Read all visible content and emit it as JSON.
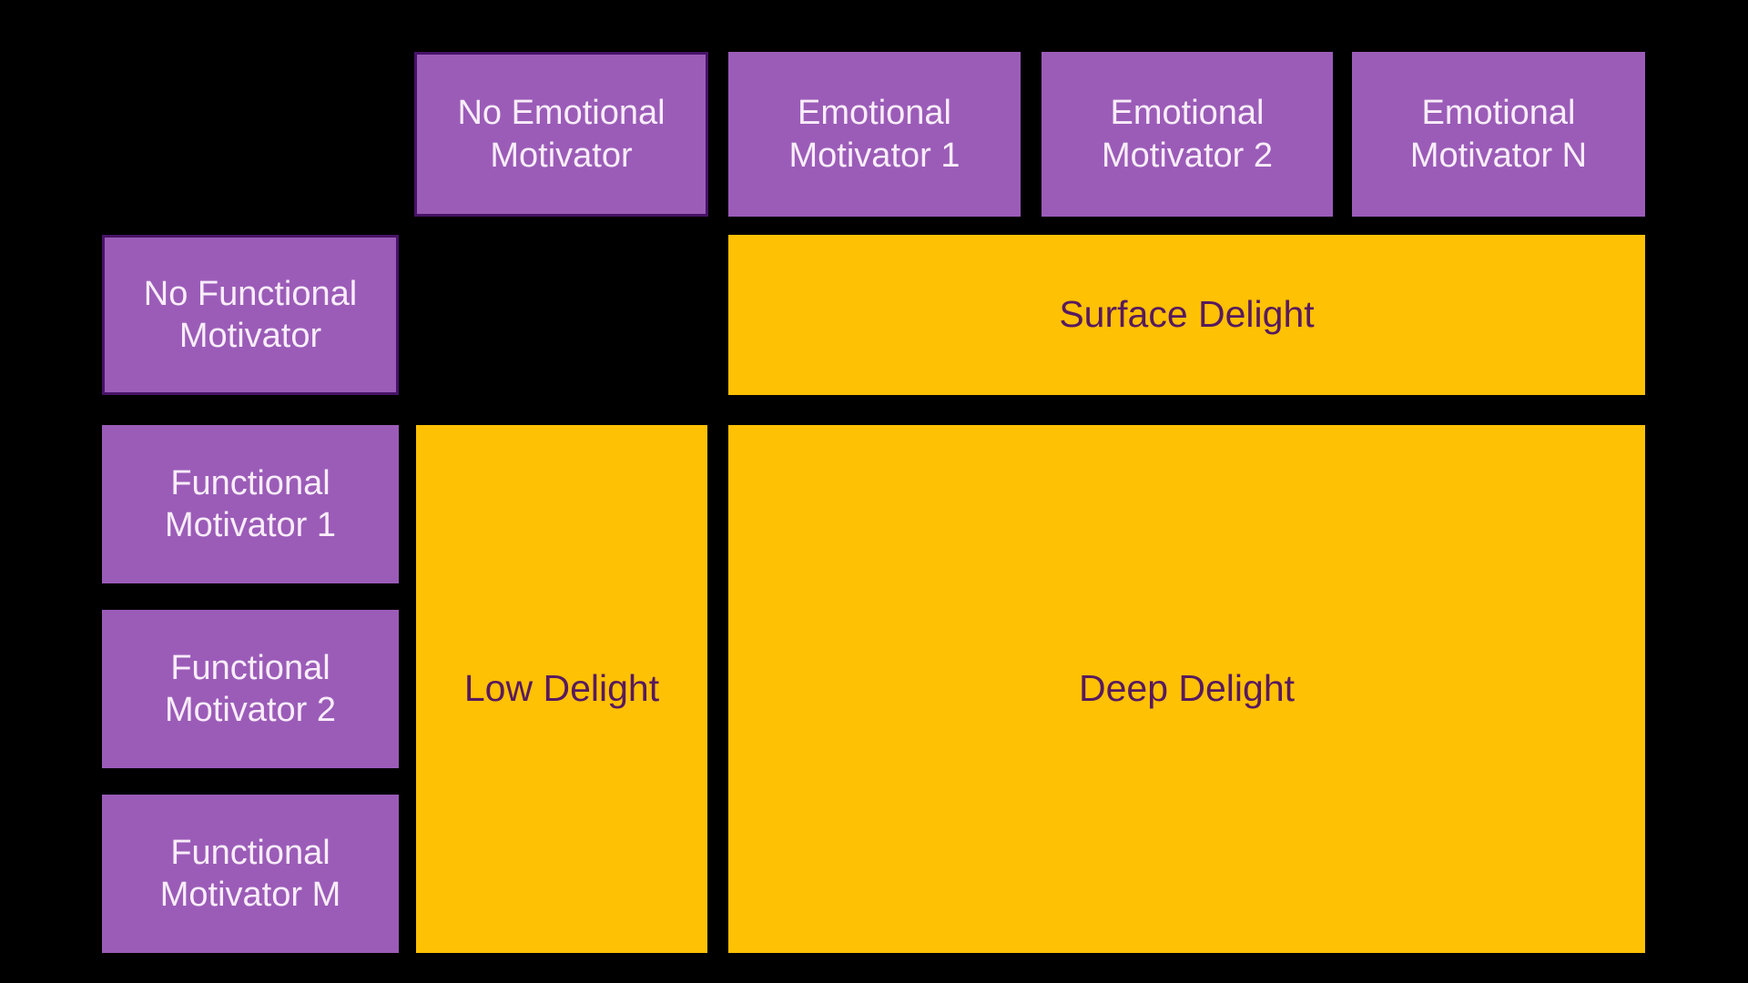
{
  "matrix": {
    "column_headers": [
      {
        "label": "No Emotional Motivator",
        "bordered": true
      },
      {
        "label": "Emotional Motivator 1",
        "bordered": false
      },
      {
        "label": "Emotional Motivator 2",
        "bordered": false
      },
      {
        "label": "Emotional Motivator N",
        "bordered": false
      }
    ],
    "row_headers": [
      {
        "label": "No Functional Motivator",
        "bordered": true
      },
      {
        "label": "Functional Motivator 1",
        "bordered": false
      },
      {
        "label": "Functional Motivator 2",
        "bordered": false
      },
      {
        "label": "Functional Motivator M",
        "bordered": false
      }
    ],
    "cells": {
      "surface": {
        "label": "Surface Delight"
      },
      "low": {
        "label": "Low Delight"
      },
      "deep": {
        "label": "Deep Delight"
      }
    }
  },
  "colors": {
    "background": "#000000",
    "header_fill": "#9b5cb8",
    "header_text": "#f9edf9",
    "selected_border": "#471366",
    "delight_fill": "#ffc103",
    "delight_text": "#571a5e"
  }
}
